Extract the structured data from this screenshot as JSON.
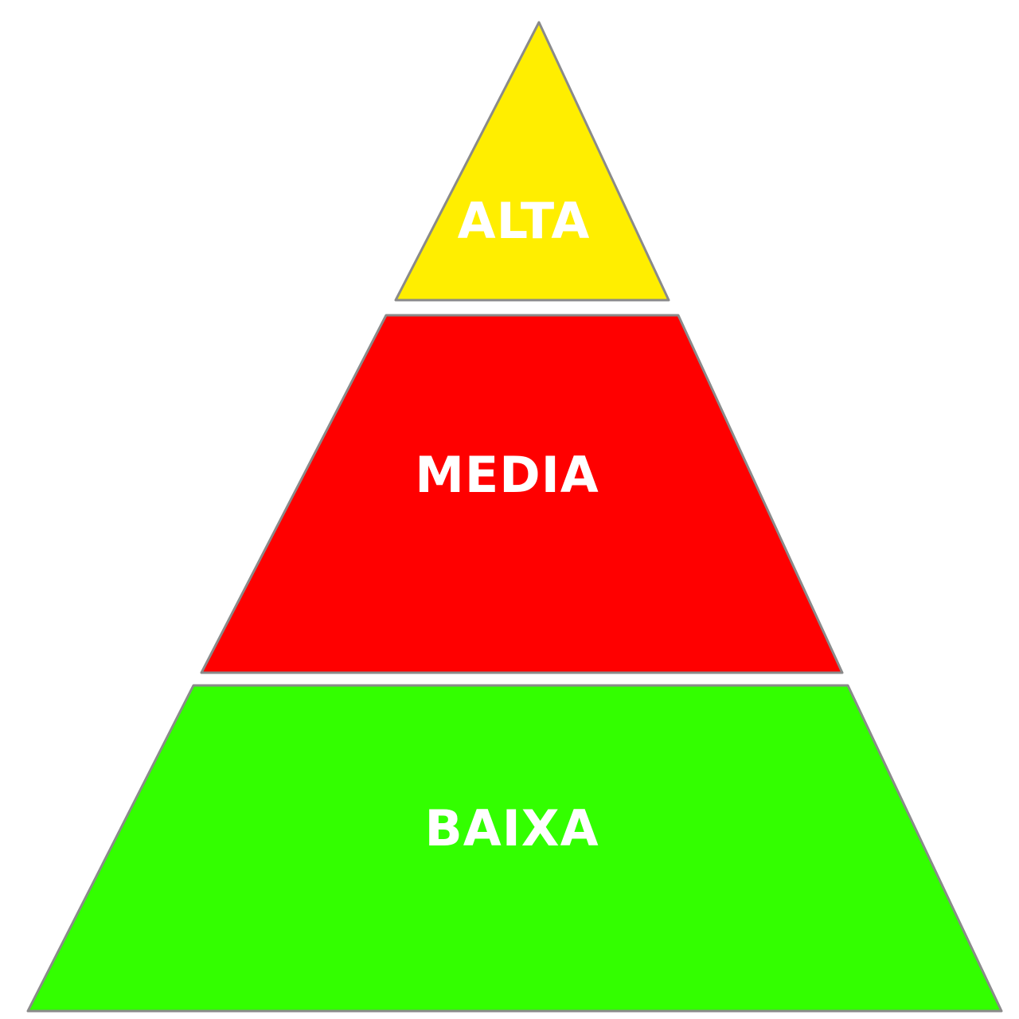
{
  "pyramid": {
    "tiers": [
      {
        "label": "ALTA",
        "color": "#FFEE00"
      },
      {
        "label": "MEDIA",
        "color": "#FF0000"
      },
      {
        "label": "BAIXA",
        "color": "#33FF00"
      }
    ]
  }
}
